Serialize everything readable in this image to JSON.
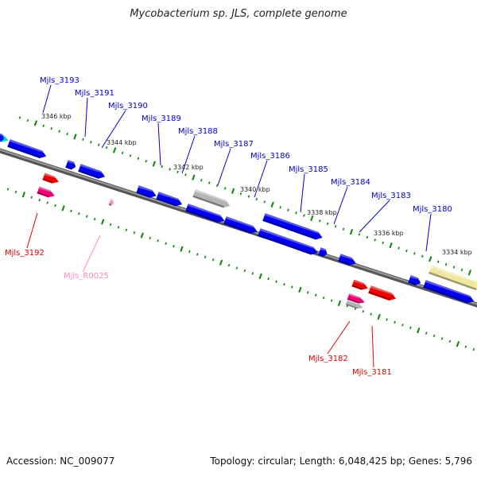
{
  "title": "Mycobacterium sp. JLS, complete genome",
  "accession": "Accession: NC_009077",
  "summary": "Topology: circular; Length: 6,048,425 bp; Genes: 5,796",
  "colors": {
    "cds": "#0000ee",
    "rna": "#ee0000",
    "pseudo": "#b4b4b4",
    "repeat": "#f0e6a0",
    "cyan": "#00dddd",
    "pink": "#ee0077",
    "ncrna": "#ff88bb",
    "backbone": "#888888",
    "tick": "#008800",
    "label_blue": "#0000cc",
    "label_red": "#dd0000",
    "label_pink": "#ff88bb"
  },
  "scale_labels": [
    "3346 kbp",
    "3344 kbp",
    "3342 kbp",
    "3340 kbp",
    "3338 kbp",
    "3336 kbp",
    "3334 kbp"
  ],
  "gene_labels": [
    {
      "text": "Mjls_3193",
      "color": "label_blue"
    },
    {
      "text": "Mjls_3191",
      "color": "label_blue"
    },
    {
      "text": "Mjls_3190",
      "color": "label_blue"
    },
    {
      "text": "Mjls_3189",
      "color": "label_blue"
    },
    {
      "text": "Mjls_3188",
      "color": "label_blue"
    },
    {
      "text": "Mjls_3187",
      "color": "label_blue"
    },
    {
      "text": "Mjls_3186",
      "color": "label_blue"
    },
    {
      "text": "Mjls_3185",
      "color": "label_blue"
    },
    {
      "text": "Mjls_3184",
      "color": "label_blue"
    },
    {
      "text": "Mjls_3183",
      "color": "label_blue"
    },
    {
      "text": "Mjls_3180",
      "color": "label_blue"
    },
    {
      "text": "Mjls_3192",
      "color": "label_red"
    },
    {
      "text": "Mjls_R0025",
      "color": "label_pink"
    },
    {
      "text": "Mjls_3182",
      "color": "label_red"
    },
    {
      "text": "Mjls_3181",
      "color": "label_red"
    }
  ]
}
